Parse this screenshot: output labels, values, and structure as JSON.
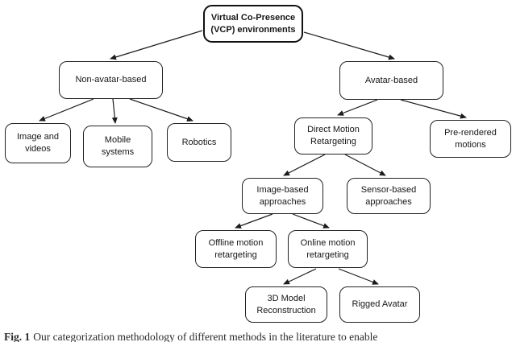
{
  "figure": {
    "caption_label": "Fig. 1",
    "caption_text": "Our categorization methodology of different methods in the literature to enable"
  },
  "colors": {
    "background": "#ffffff",
    "box_border": "#222222",
    "line": "#1c1c1c",
    "text": "#161616"
  },
  "nodes": {
    "root": {
      "label": "Virtual Co-Presence\n(VCP) environments"
    },
    "non_avatar": {
      "label": "Non-avatar-based"
    },
    "avatar": {
      "label": "Avatar-based"
    },
    "image_videos": {
      "label": "Image and\nvideos"
    },
    "mobile": {
      "label": "Mobile\nsystems"
    },
    "robotics": {
      "label": "Robotics"
    },
    "direct_motion": {
      "label": "Direct Motion\nRetargeting"
    },
    "pre_rendered": {
      "label": "Pre-rendered\nmotions"
    },
    "image_based": {
      "label": "Image-based\napproaches"
    },
    "sensor_based": {
      "label": "Sensor-based\napproaches"
    },
    "offline": {
      "label": "Offline motion\nretargeting"
    },
    "online": {
      "label": "Online motion\nretargeting"
    },
    "model_3d": {
      "label": "3D Model\nReconstruction"
    },
    "rigged": {
      "label": "Rigged Avatar"
    }
  },
  "edges": [
    {
      "from": "root",
      "to": "non_avatar"
    },
    {
      "from": "root",
      "to": "avatar"
    },
    {
      "from": "non_avatar",
      "to": "image_videos"
    },
    {
      "from": "non_avatar",
      "to": "mobile"
    },
    {
      "from": "non_avatar",
      "to": "robotics"
    },
    {
      "from": "avatar",
      "to": "direct_motion"
    },
    {
      "from": "avatar",
      "to": "pre_rendered"
    },
    {
      "from": "direct_motion",
      "to": "image_based"
    },
    {
      "from": "direct_motion",
      "to": "sensor_based"
    },
    {
      "from": "image_based",
      "to": "offline"
    },
    {
      "from": "image_based",
      "to": "online"
    },
    {
      "from": "online",
      "to": "model_3d"
    },
    {
      "from": "online",
      "to": "rigged"
    }
  ]
}
